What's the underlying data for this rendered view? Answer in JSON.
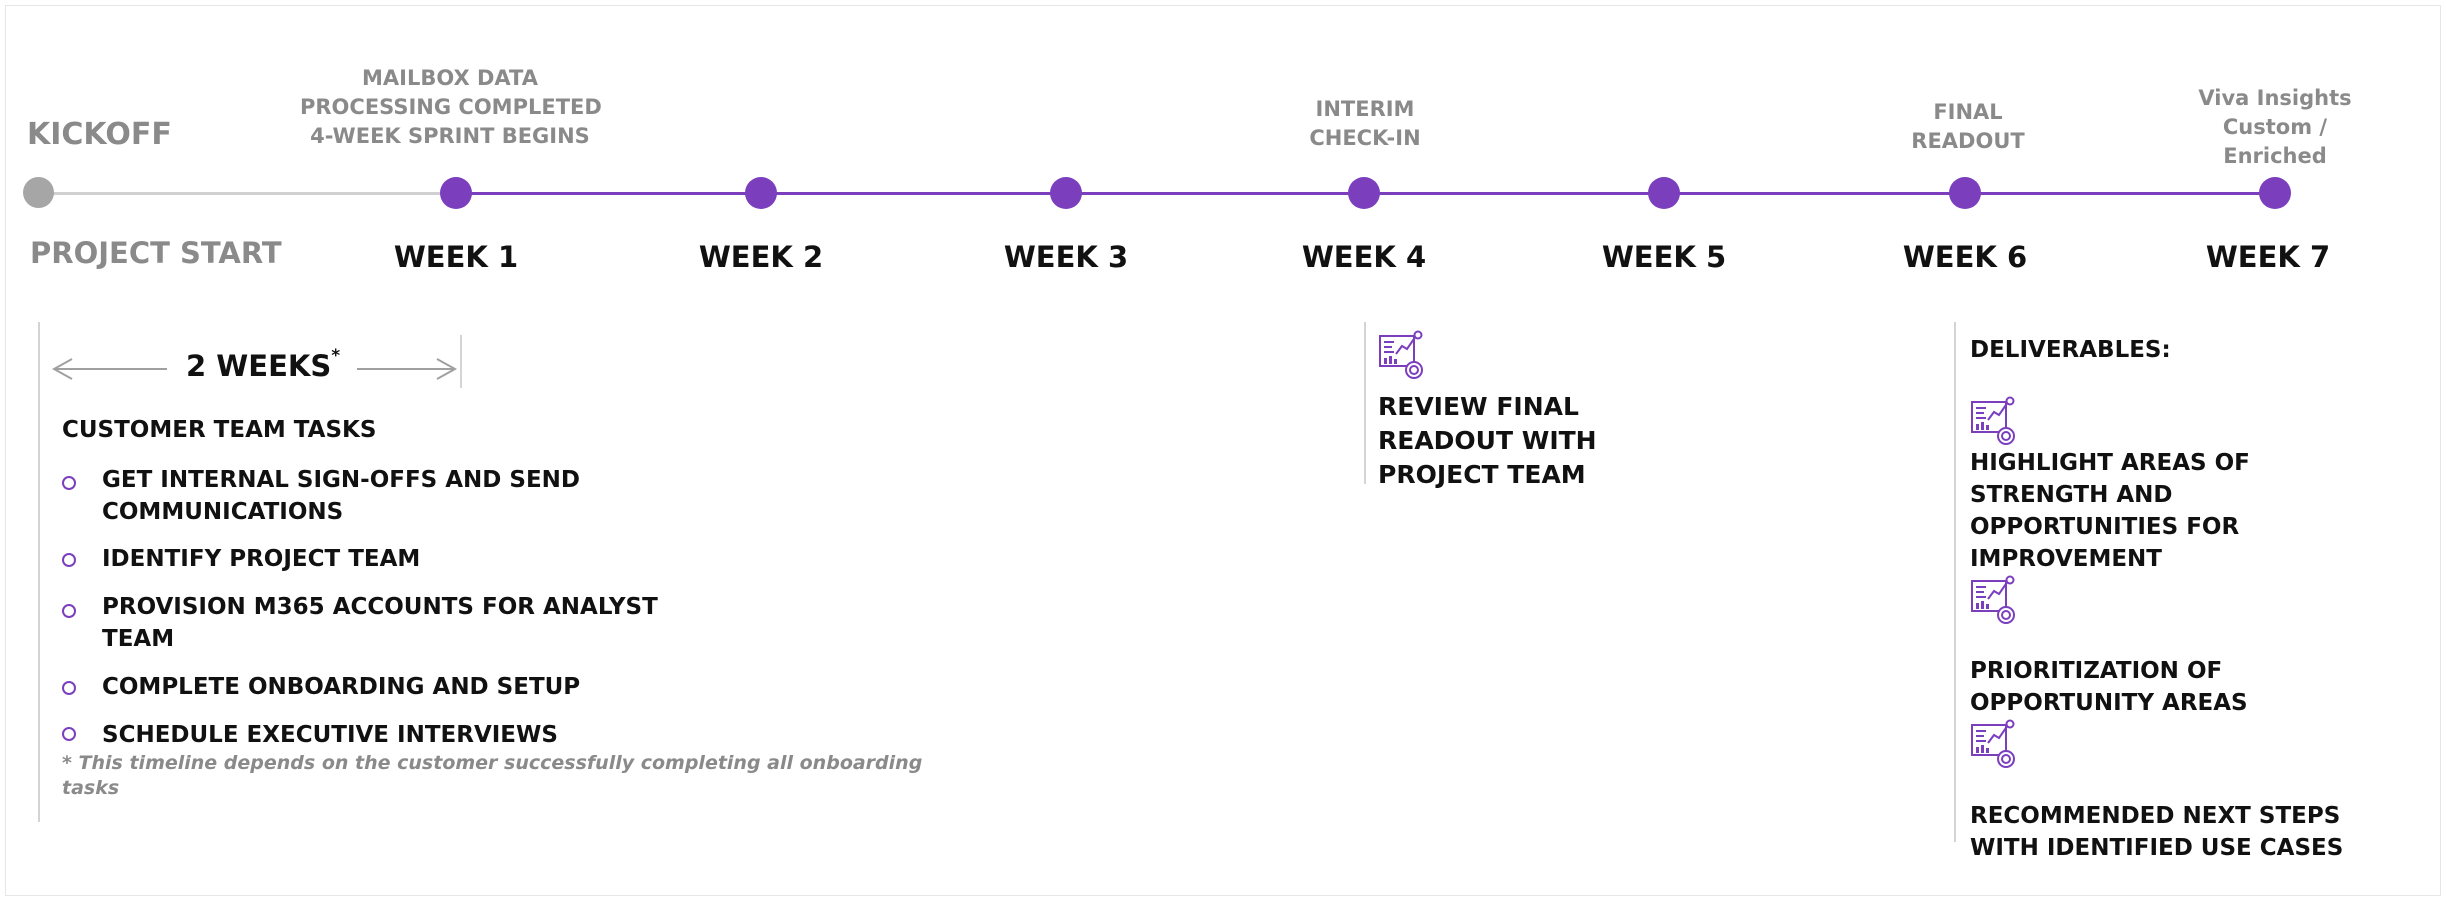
{
  "milestones": {
    "kickoff": "KICKOFF",
    "mailbox": [
      "MAILBOX DATA",
      "PROCESSING COMPLETED",
      "4-WEEK SPRINT BEGINS"
    ],
    "interim": [
      "INTERIM",
      "CHECK-IN"
    ],
    "final": [
      "FINAL",
      "READOUT"
    ],
    "viva": [
      "Viva Insights",
      "Custom /",
      "Enriched"
    ]
  },
  "timeline": {
    "start_label": "PROJECT START",
    "weeks": [
      "WEEK 1",
      "WEEK 2",
      "WEEK 3",
      "WEEK 4",
      "WEEK 5",
      "WEEK 6",
      "WEEK 7"
    ]
  },
  "colors": {
    "accent": "#7b3fbe",
    "grey": "#a6a6a6",
    "text": "#111111",
    "muted": "#8a8a8a"
  },
  "kickoff_panel": {
    "duration": "2 WEEKS",
    "duration_mark": "*",
    "tasks_title": "CUSTOMER TEAM TASKS",
    "tasks": [
      [
        "GET INTERNAL SIGN-OFFS AND SEND",
        "COMMUNICATIONS"
      ],
      [
        "IDENTIFY PROJECT TEAM"
      ],
      [
        "PROVISION M365 ACCOUNTS FOR ANALYST",
        "TEAM"
      ],
      [
        "COMPLETE ONBOARDING AND SETUP"
      ],
      [
        "SCHEDULE EXECUTIVE INTERVIEWS"
      ]
    ],
    "note": [
      "* This timeline depends on the customer successfully completing all onboarding",
      "tasks"
    ]
  },
  "week4_panel": {
    "icon": "analytics-report-icon",
    "text": [
      "REVIEW FINAL",
      "READOUT WITH",
      "PROJECT TEAM"
    ]
  },
  "deliverables": {
    "title": "DELIVERABLES",
    "title_colon": ":",
    "icon": "analytics-report-icon",
    "items": [
      [
        "HIGHLIGHT AREAS OF",
        "STRENGTH AND",
        "OPPORTUNITIES FOR",
        "IMPROVEMENT"
      ],
      [
        "PRIORITIZATION OF",
        "OPPORTUNITY AREAS"
      ],
      [
        "RECOMMENDED NEXT STEPS",
        "WITH IDENTIFIED USE CASES"
      ]
    ]
  }
}
